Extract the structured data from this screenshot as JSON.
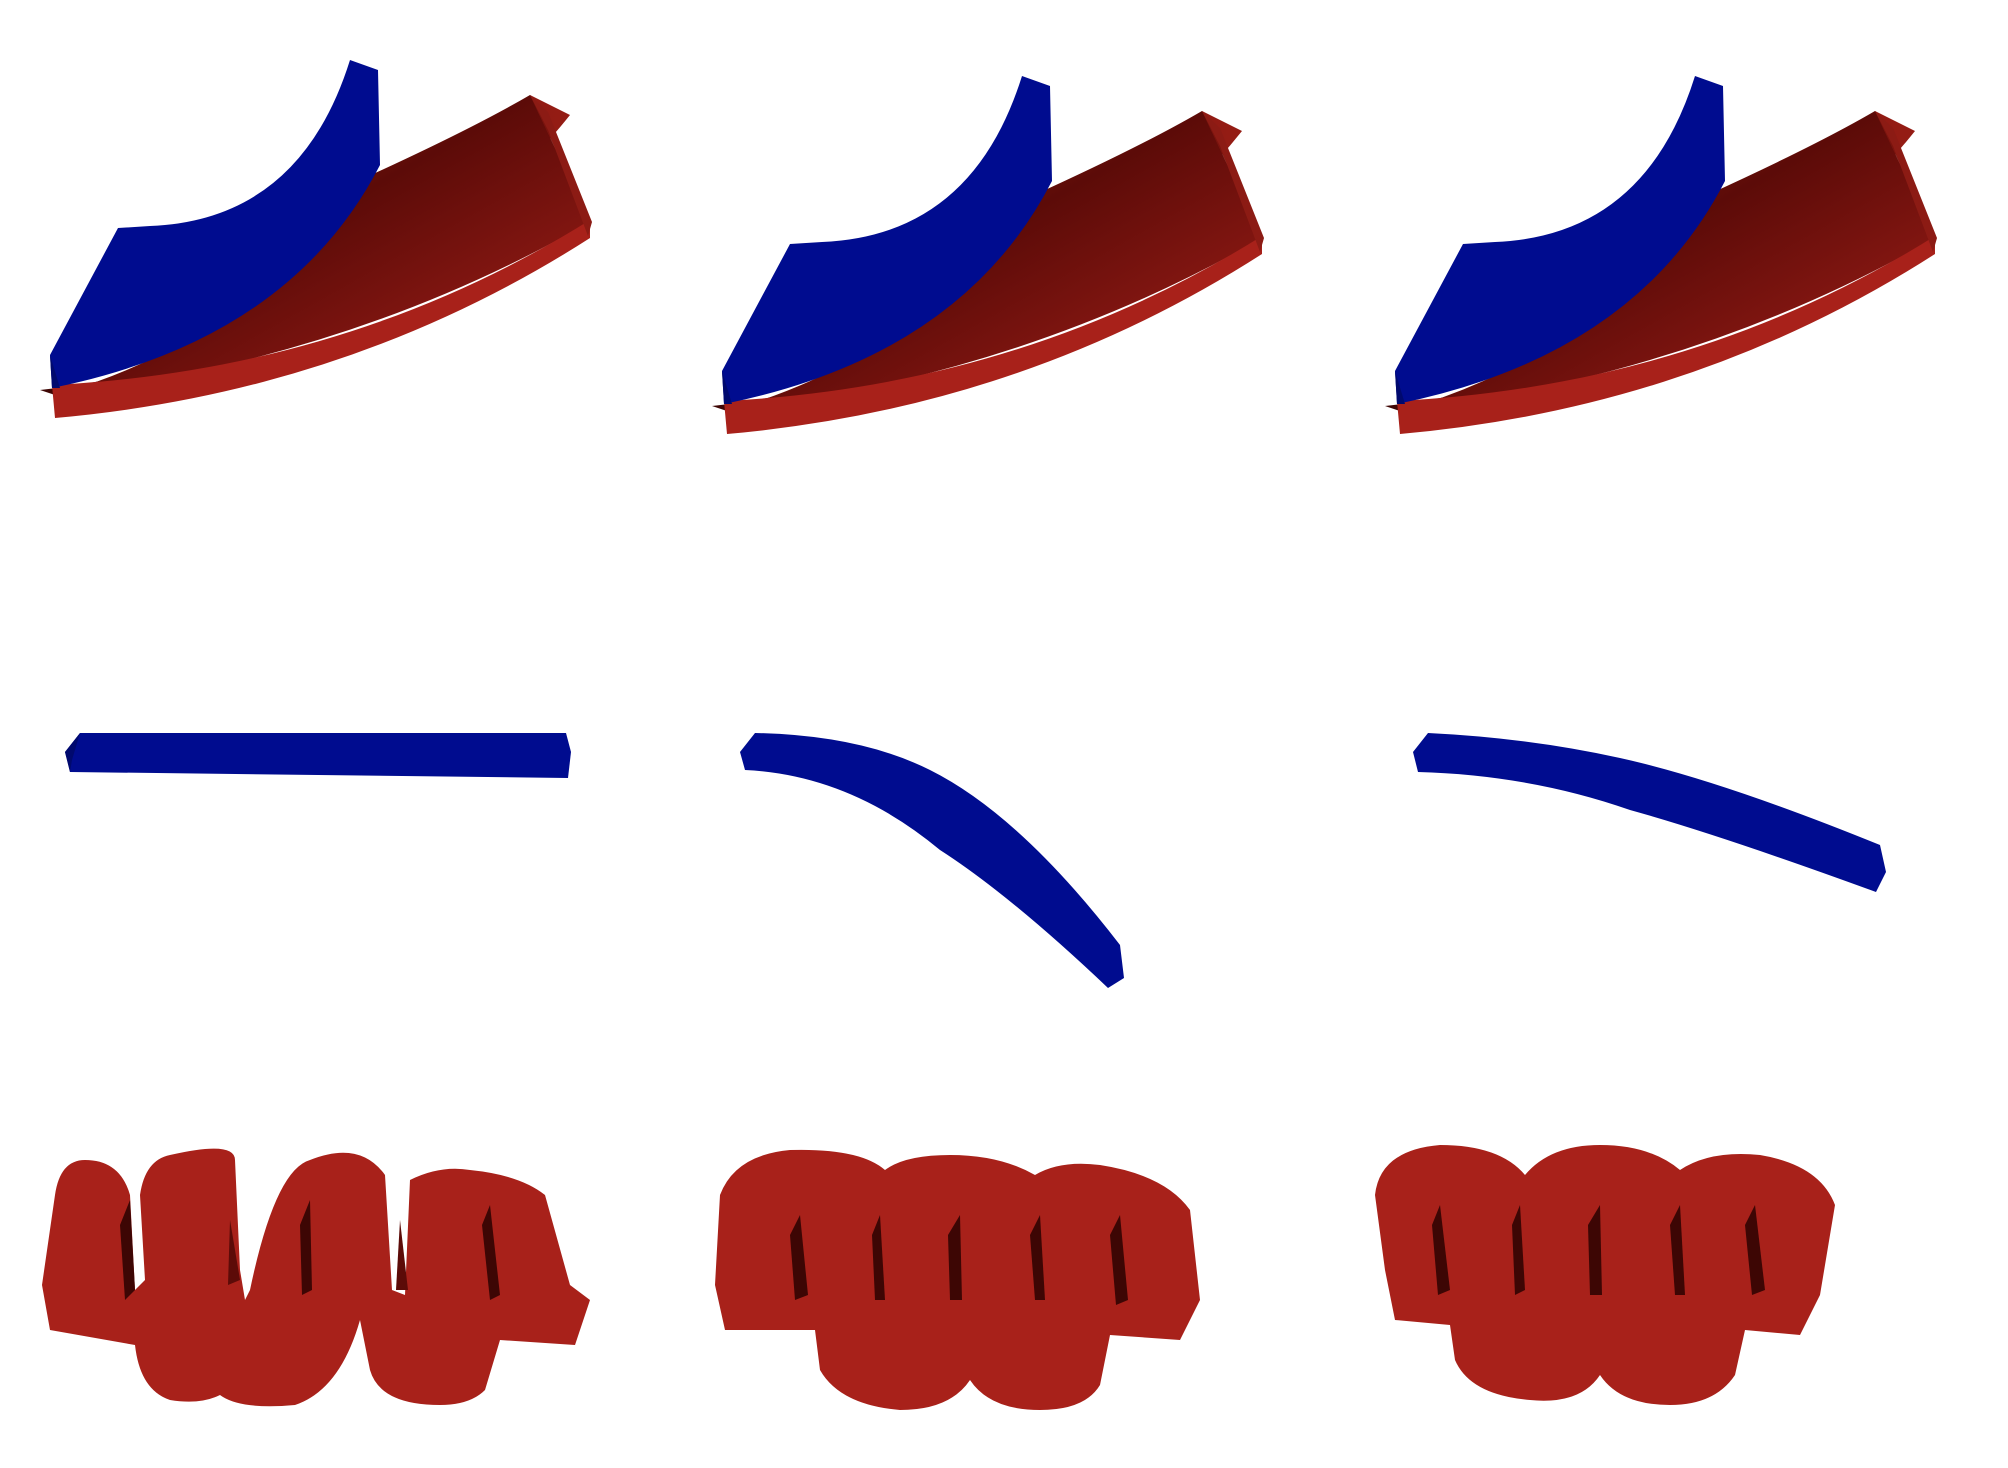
{
  "figure": {
    "rows": [
      {
        "row": "bilayer-sheets",
        "panels": 3,
        "colors": [
          "blue",
          "red"
        ]
      },
      {
        "row": "blue-strips",
        "panels": 3,
        "colors": [
          "blue"
        ]
      },
      {
        "row": "red-meanders",
        "panels": 3,
        "colors": [
          "red"
        ]
      }
    ],
    "colors": {
      "blue": "#000c8f",
      "blue_edge": "#00096e",
      "red": "#a8211a",
      "red_dark": "#5c0b08",
      "red_side": "#8c1b14",
      "background": "#ffffff"
    }
  }
}
